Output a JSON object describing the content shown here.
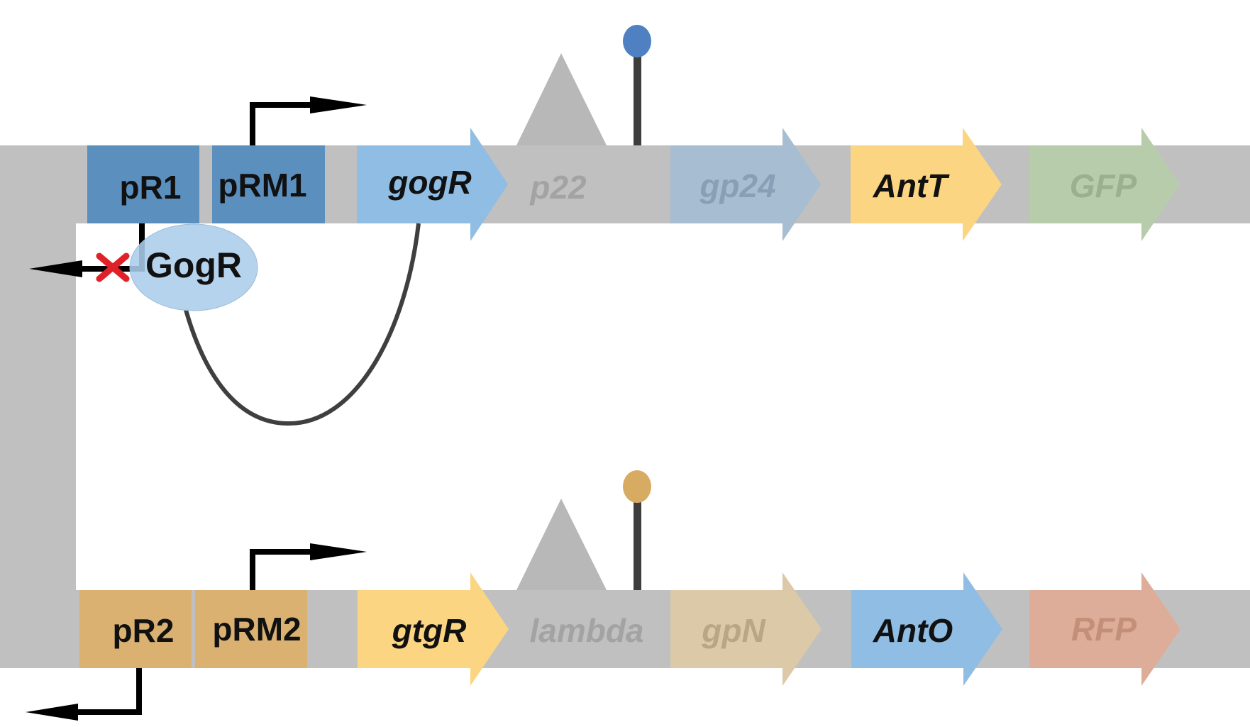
{
  "colors": {
    "backbone": "#c0c0c0",
    "promoter_top": "#5b8fbe",
    "promoter_bottom": "#dab170",
    "blue_gene": "#8fbde3",
    "yellow_gene": "#fcd582",
    "terminator_top": "#4e80c2",
    "terminator_bottom": "#d8ab62",
    "faded_blue": "#a7bdd2",
    "faded_green": "#b7ccaa",
    "faded_tan": "#dbc9a8",
    "faded_red": "#ddad9a",
    "protein": "#abcdea",
    "repress_x": "#e0212a"
  },
  "top_track": {
    "promoter_1": "pR1",
    "promoter_2": "pRM1",
    "gene_1": "gogR",
    "gene_2": "p22",
    "gene_3": "gp24",
    "gene_4": "AntT",
    "gene_5": "GFP"
  },
  "bottom_track": {
    "promoter_1": "pR2",
    "promoter_2": "pRM2",
    "gene_1": "gtgR",
    "gene_2": "lambda",
    "gene_3": "gpN",
    "gene_4": "AntO",
    "gene_5": "RFP"
  },
  "protein": {
    "label": "GogR"
  }
}
